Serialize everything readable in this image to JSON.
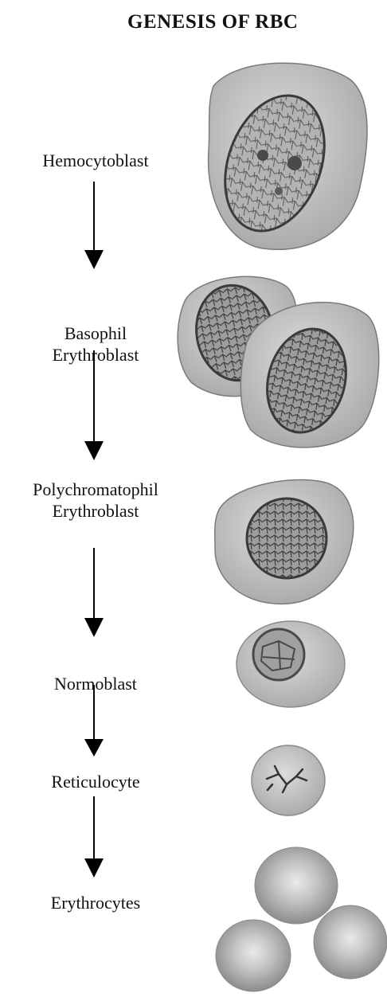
{
  "title": "GENESIS OF RBC",
  "stages": [
    {
      "lines": [
        "Hemocytoblast"
      ]
    },
    {
      "lines": [
        "Basophil",
        "Erythroblast"
      ]
    },
    {
      "lines": [
        "Polychromatophil",
        "Erythroblast"
      ]
    },
    {
      "lines": [
        "Normoblast"
      ]
    },
    {
      "lines": [
        "Reticulocyte"
      ]
    },
    {
      "lines": [
        "Erythrocytes"
      ]
    }
  ],
  "arrow_color": "#000000",
  "cell_colors": {
    "cytoplasm": "#c9c9c9",
    "cytoplasm_edge": "#8a8a8a",
    "nucleus": "#a9a9a9",
    "nucleus_edge": "#4a4a4a",
    "erythrocyte_center": "#e2e2e2",
    "erythrocyte_rim": "#9a9a9a"
  }
}
